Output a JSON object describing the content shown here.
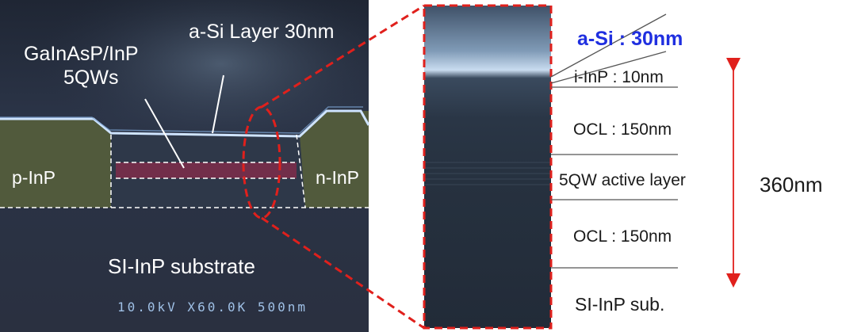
{
  "sem_image": {
    "labels": {
      "a_si_layer": "a-Si Layer 30nm",
      "qw_material": "GaInAsP/InP",
      "qw_count": "5QWs",
      "p_side": "p-InP",
      "n_side": "n-InP",
      "substrate": "SI-InP substrate",
      "scale_bar": "10.0kV X60.0K 500nm"
    }
  },
  "layer_stack": {
    "layers": [
      {
        "label": "a-Si : 30nm"
      },
      {
        "label": "i-InP : 10nm"
      },
      {
        "label": "OCL : 150nm"
      },
      {
        "label": "5QW active layer"
      },
      {
        "label": "OCL : 150nm"
      },
      {
        "label": "SI-InP sub."
      }
    ],
    "total_thickness": "360nm"
  },
  "colors": {
    "highlight_red": "#e0201c",
    "a_si_blue": "#1f2fe0",
    "sem_background": "#222a38",
    "qw_region": "#7a2e4a"
  }
}
